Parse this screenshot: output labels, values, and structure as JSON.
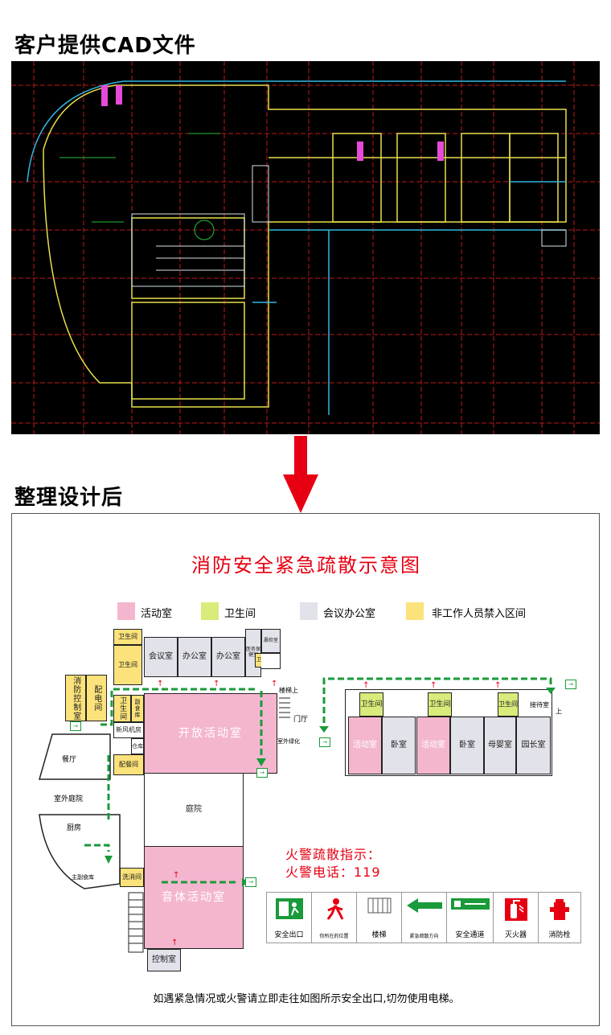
{
  "header_top": {
    "title": "客户提供CAD文件"
  },
  "header_bottom": {
    "title": "整理设计后"
  },
  "plan": {
    "title": "消防安全紧急疏散示意图",
    "legend": [
      {
        "label": "活动室",
        "color": "#f4b6cf"
      },
      {
        "label": "卫生间",
        "color": "#d9eb7a"
      },
      {
        "label": "会议办公室",
        "color": "#e2e2ea"
      },
      {
        "label": "非工作人员禁入区间",
        "color": "#fbe27a"
      }
    ],
    "rooms": {
      "wc_top": "卫生间",
      "wc_top2": "卫生间",
      "meeting": "会议室",
      "office1": "办公室",
      "office2": "办公室",
      "medical": "医务保健室",
      "storage": "晨检室",
      "wc_small": "卫生间",
      "fire_control": "消防控制室",
      "power": "配电间",
      "wc_left": "卫生间",
      "food_store": "副食库",
      "fresh_air": "新风机房",
      "storeroom": "仓库",
      "serving": "配餐间",
      "open_activity": "开放活动室",
      "stairs_up": "楼梯上",
      "lobby": "门厅",
      "outdoor_green": "室外绿化",
      "restaurant": "餐厅",
      "outdoor_courtyard": "室外庭院",
      "kitchen": "厨房",
      "main_pantry": "主副食库",
      "wash": "洗消间",
      "courtyard": "庭院",
      "music": "音体活动室",
      "control": "控制室",
      "r_wc1": "卫生间",
      "r_wc2": "卫生间",
      "r_wc3": "卫生间",
      "activity1": "活动室",
      "bedroom1": "卧室",
      "activity2": "活动室",
      "bedroom2": "卧室",
      "mother": "母婴室",
      "director": "园长室",
      "reception": "接待室",
      "up": "上"
    },
    "fire_instruction": "火警疏散指示：",
    "fire_phone": "火警电话：119",
    "signs": [
      {
        "label": "安全出口",
        "icon": "exit-icon"
      },
      {
        "label": "你所在的位置",
        "icon": "you-are-here-icon"
      },
      {
        "label": "楼梯",
        "icon": "stairs-icon"
      },
      {
        "label": "紧急疏散方向",
        "icon": "arrow-left-icon"
      },
      {
        "label": "安全通道",
        "icon": "safe-passage-icon"
      },
      {
        "label": "灭火器",
        "icon": "extinguisher-icon"
      },
      {
        "label": "消防栓",
        "icon": "hydrant-icon"
      }
    ],
    "note": "如遇紧急情况或火警请立即走往如图所示安全出口,切勿使用电梯。"
  }
}
